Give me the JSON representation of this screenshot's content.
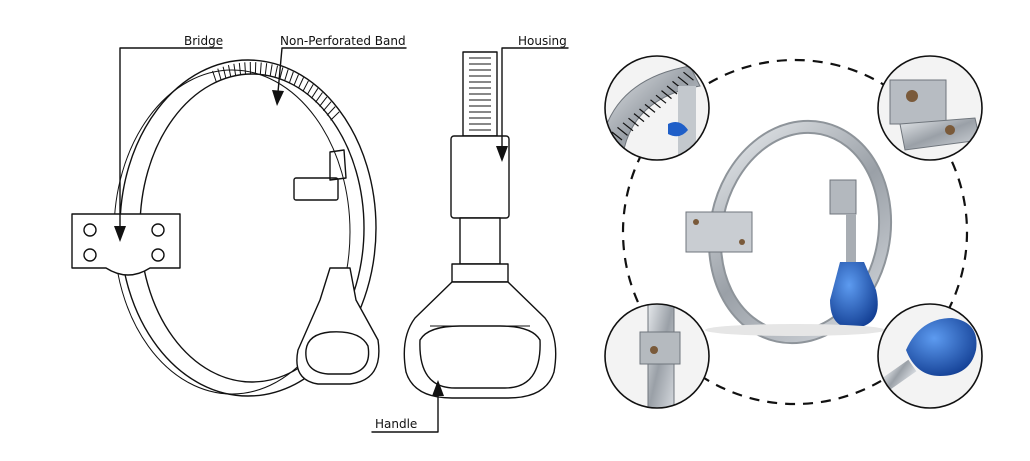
{
  "labels": {
    "bridge": "Bridge",
    "band": "Non-Perforated Band",
    "housing": "Housing",
    "handle": "Handle"
  },
  "colors": {
    "line": "#111111",
    "steel": "#b9bec4",
    "steel_dark": "#6f757c",
    "handle_blue": "#1f5fc8",
    "background": "#ffffff"
  }
}
